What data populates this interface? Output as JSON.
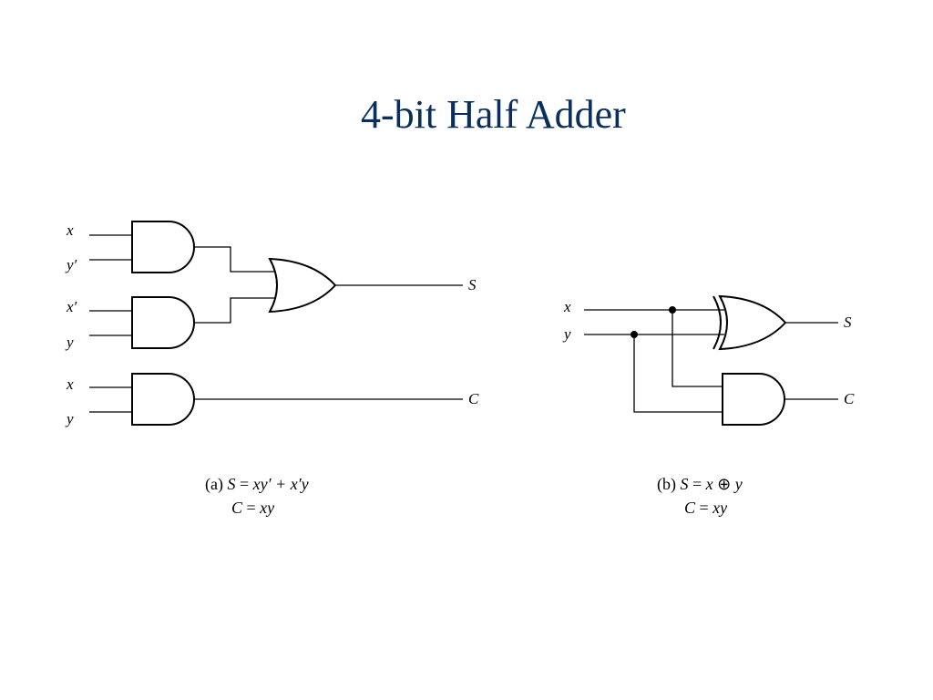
{
  "title": "4-bit Half Adder",
  "circuit_a": {
    "inputs": [
      "x",
      "y′",
      "x′",
      "y",
      "x",
      "y"
    ],
    "outputs": [
      "S",
      "C"
    ],
    "caption_tag": "(a)",
    "sum_eq_lhs": "S",
    "sum_eq_rhs": "xy′ + x′y",
    "carry_eq_lhs": "C",
    "carry_eq_rhs": "xy"
  },
  "circuit_b": {
    "inputs": [
      "x",
      "y"
    ],
    "outputs": [
      "S",
      "C"
    ],
    "caption_tag": "(b)",
    "sum_eq_lhs": "S",
    "sum_eq_x": "x",
    "sum_eq_op": "⊕",
    "sum_eq_y": "y",
    "carry_eq_lhs": "C",
    "carry_eq_rhs": "xy"
  },
  "symbols": {
    "equals": "="
  }
}
